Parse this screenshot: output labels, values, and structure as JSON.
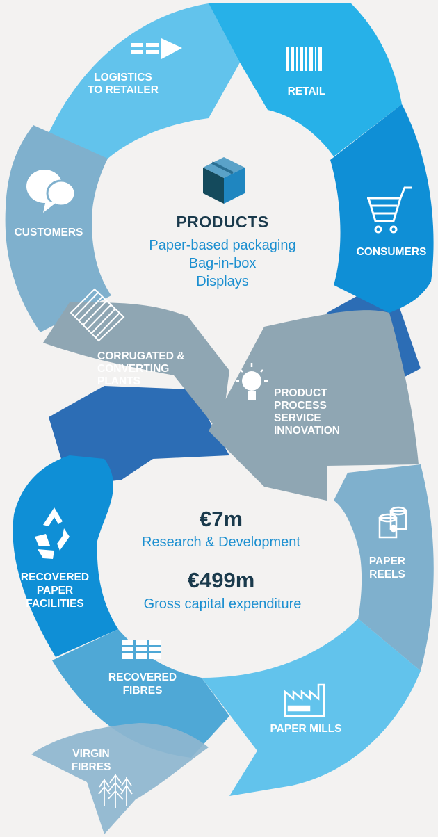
{
  "top_center": {
    "title": "PRODUCTS",
    "lines": [
      "Paper-based packaging",
      "Bag-in-box",
      "Displays"
    ]
  },
  "bottom_center": {
    "stat1_value": "€7m",
    "stat1_label": "Research & Development",
    "stat2_value": "€499m",
    "stat2_label": "Gross capital expenditure"
  },
  "segments": {
    "logistics": {
      "lines": [
        "LOGISTICS",
        "TO RETAILER"
      ],
      "icon": "arrow-icon"
    },
    "retail": {
      "lines": [
        "RETAIL"
      ],
      "icon": "barcode-icon"
    },
    "consumers": {
      "lines": [
        "CONSUMERS"
      ],
      "icon": "shopping-cart-icon"
    },
    "customers": {
      "lines": [
        "CUSTOMERS"
      ],
      "icon": "speech-bubbles-icon"
    },
    "corrugated": {
      "lines": [
        "CORRUGATED &",
        "CONVERTING",
        "PLANTS"
      ],
      "icon": "corrugated-sheets-icon"
    },
    "innovation": {
      "lines": [
        "PRODUCT",
        "PROCESS",
        "SERVICE",
        "INNOVATION"
      ],
      "icon": "lightbulb-icon"
    },
    "recovered_paper": {
      "lines": [
        "RECOVERED",
        "PAPER",
        "FACILITIES"
      ],
      "icon": "recycle-icon"
    },
    "paper_reels": {
      "lines": [
        "PAPER",
        "REELS"
      ],
      "icon": "paper-reels-icon"
    },
    "recovered_fibres": {
      "lines": [
        "RECOVERED",
        "FIBRES"
      ],
      "icon": "bale-icon"
    },
    "paper_mills": {
      "lines": [
        "PAPER MILLS"
      ],
      "icon": "factory-icon"
    },
    "virgin_fibres": {
      "lines": [
        "VIRGIN",
        "FIBRES"
      ],
      "icon": "trees-icon"
    }
  },
  "colors": {
    "background": "#f3f2f1",
    "light_blue": "#62c3ec",
    "sky_blue": "#27b1e8",
    "blue": "#0f8fd6",
    "royal_blue": "#2c6db5",
    "steel_blue": "#7fb0cd",
    "grey_blue": "#8fa6b3",
    "dark_text": "#1a3a4c",
    "accent_text": "#1b8fd0"
  }
}
